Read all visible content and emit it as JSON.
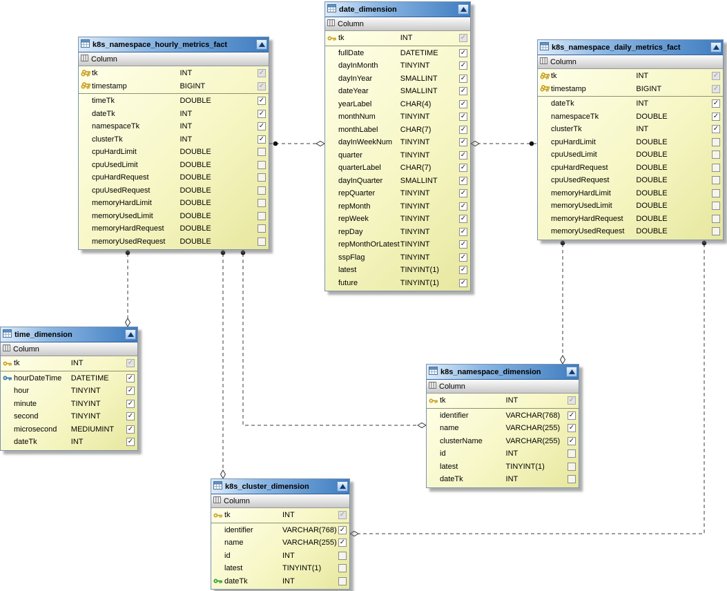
{
  "section_label_default": "Column",
  "colors": {
    "header_blue": "#3e7cc0",
    "body_yellow": "#f6f6c4",
    "primary_key": "#c9a227",
    "alternate_key": "#2e75b6",
    "foreign_key": "#2fa02f",
    "relationship_line": "#3a3a3a"
  },
  "tables": [
    {
      "name": "k8s_namespace_hourly_metrics_fact",
      "section_label": "Column",
      "keys": [
        {
          "name": "tk",
          "type": "INT",
          "key": "pk2",
          "check": "disabled"
        },
        {
          "name": "timestamp",
          "type": "BIGINT",
          "key": "pk2",
          "check": "disabled"
        }
      ],
      "columns": [
        {
          "name": "timeTk",
          "type": "DOUBLE",
          "check": "checked"
        },
        {
          "name": "dateTk",
          "type": "INT",
          "check": "checked"
        },
        {
          "name": "namespaceTk",
          "type": "INT",
          "check": "checked"
        },
        {
          "name": "clusterTk",
          "type": "INT",
          "check": "checked"
        },
        {
          "name": "cpuHardLimit",
          "type": "DOUBLE",
          "check": "unchecked"
        },
        {
          "name": "cpuUsedLimit",
          "type": "DOUBLE",
          "check": "unchecked"
        },
        {
          "name": "cpuHardRequest",
          "type": "DOUBLE",
          "check": "unchecked"
        },
        {
          "name": "cpuUsedRequest",
          "type": "DOUBLE",
          "check": "unchecked"
        },
        {
          "name": "memoryHardLimit",
          "type": "DOUBLE",
          "check": "unchecked"
        },
        {
          "name": "memoryUsedLimit",
          "type": "DOUBLE",
          "check": "unchecked"
        },
        {
          "name": "memoryHardRequest",
          "type": "DOUBLE",
          "check": "unchecked"
        },
        {
          "name": "memoryUsedRequest",
          "type": "DOUBLE",
          "check": "unchecked"
        }
      ]
    },
    {
      "name": "date_dimension",
      "section_label": "Column",
      "keys": [
        {
          "name": "tk",
          "type": "INT",
          "key": "pk",
          "check": "disabled"
        }
      ],
      "columns": [
        {
          "name": "fullDate",
          "type": "DATETIME",
          "check": "checked"
        },
        {
          "name": "dayInMonth",
          "type": "TINYINT",
          "check": "checked"
        },
        {
          "name": "dayInYear",
          "type": "SMALLINT",
          "check": "checked"
        },
        {
          "name": "dateYear",
          "type": "SMALLINT",
          "check": "checked"
        },
        {
          "name": "yearLabel",
          "type": "CHAR(4)",
          "check": "checked"
        },
        {
          "name": "monthNum",
          "type": "TINYINT",
          "check": "checked"
        },
        {
          "name": "monthLabel",
          "type": "CHAR(7)",
          "check": "checked"
        },
        {
          "name": "dayInWeekNum",
          "type": "TINYINT",
          "check": "checked"
        },
        {
          "name": "quarter",
          "type": "TINYINT",
          "check": "checked"
        },
        {
          "name": "quarterLabel",
          "type": "CHAR(7)",
          "check": "checked"
        },
        {
          "name": "dayInQuarter",
          "type": "SMALLINT",
          "check": "checked"
        },
        {
          "name": "repQuarter",
          "type": "TINYINT",
          "check": "checked"
        },
        {
          "name": "repMonth",
          "type": "TINYINT",
          "check": "checked"
        },
        {
          "name": "repWeek",
          "type": "TINYINT",
          "check": "checked"
        },
        {
          "name": "repDay",
          "type": "TINYINT",
          "check": "checked"
        },
        {
          "name": "repMonthOrLatest",
          "type": "TINYINT",
          "check": "checked"
        },
        {
          "name": "sspFlag",
          "type": "TINYINT",
          "check": "checked"
        },
        {
          "name": "latest",
          "type": "TINYINT(1)",
          "check": "checked"
        },
        {
          "name": "future",
          "type": "TINYINT(1)",
          "check": "checked"
        }
      ]
    },
    {
      "name": "k8s_namespace_daily_metrics_fact",
      "section_label": "Column",
      "keys": [
        {
          "name": "tk",
          "type": "INT",
          "key": "pk2",
          "check": "disabled"
        },
        {
          "name": "timestamp",
          "type": "BIGINT",
          "key": "pk2",
          "check": "disabled"
        }
      ],
      "columns": [
        {
          "name": "dateTk",
          "type": "INT",
          "check": "checked"
        },
        {
          "name": "namespaceTk",
          "type": "DOUBLE",
          "check": "checked"
        },
        {
          "name": "clusterTk",
          "type": "INT",
          "check": "checked"
        },
        {
          "name": "cpuHardLimit",
          "type": "DOUBLE",
          "check": "unchecked"
        },
        {
          "name": "cpuUsedLimit",
          "type": "DOUBLE",
          "check": "unchecked"
        },
        {
          "name": "cpuHardRequest",
          "type": "DOUBLE",
          "check": "unchecked"
        },
        {
          "name": "cpuUsedRequest",
          "type": "DOUBLE",
          "check": "unchecked"
        },
        {
          "name": "memoryHardLimit",
          "type": "DOUBLE",
          "check": "unchecked"
        },
        {
          "name": "memoryUsedLimit",
          "type": "DOUBLE",
          "check": "unchecked"
        },
        {
          "name": "memoryHardRequest",
          "type": "DOUBLE",
          "check": "unchecked"
        },
        {
          "name": "memoryUsedRequest",
          "type": "DOUBLE",
          "check": "unchecked"
        }
      ]
    },
    {
      "name": "time_dimension",
      "section_label": "Column",
      "keys": [
        {
          "name": "tk",
          "type": "INT",
          "key": "pk",
          "check": "disabled"
        }
      ],
      "columns": [
        {
          "name": "hourDateTime",
          "type": "DATETIME",
          "key": "ak",
          "check": "checked"
        },
        {
          "name": "hour",
          "type": "TINYINT",
          "check": "checked"
        },
        {
          "name": "minute",
          "type": "TINYINT",
          "check": "checked"
        },
        {
          "name": "second",
          "type": "TINYINT",
          "check": "checked"
        },
        {
          "name": "microsecond",
          "type": "MEDIUMINT",
          "check": "checked"
        },
        {
          "name": "dateTk",
          "type": "INT",
          "check": "checked"
        }
      ]
    },
    {
      "name": "k8s_namespace_dimension",
      "section_label": "Column",
      "keys": [
        {
          "name": "tk",
          "type": "INT",
          "key": "pk",
          "check": "disabled"
        }
      ],
      "columns": [
        {
          "name": "identifier",
          "type": "VARCHAR(768)",
          "check": "checked"
        },
        {
          "name": "name",
          "type": "VARCHAR(255)",
          "check": "checked"
        },
        {
          "name": "clusterName",
          "type": "VARCHAR(255)",
          "check": "checked"
        },
        {
          "name": "id",
          "type": "INT",
          "check": "unchecked"
        },
        {
          "name": "latest",
          "type": "TINYINT(1)",
          "check": "unchecked"
        },
        {
          "name": "dateTk",
          "type": "INT",
          "check": "unchecked"
        }
      ]
    },
    {
      "name": "k8s_cluster_dimension",
      "section_label": "Column",
      "keys": [
        {
          "name": "tk",
          "type": "INT",
          "key": "pk",
          "check": "disabled"
        }
      ],
      "columns": [
        {
          "name": "identifier",
          "type": "VARCHAR(768)",
          "check": "checked"
        },
        {
          "name": "name",
          "type": "VARCHAR(255)",
          "check": "checked"
        },
        {
          "name": "id",
          "type": "INT",
          "check": "unchecked"
        },
        {
          "name": "latest",
          "type": "TINYINT(1)",
          "check": "unchecked"
        },
        {
          "name": "dateTk",
          "type": "INT",
          "key": "fk",
          "check": "unchecked"
        }
      ]
    }
  ],
  "relationships": [
    {
      "parent": "date_dimension",
      "child": "k8s_namespace_hourly_metrics_fact"
    },
    {
      "parent": "date_dimension",
      "child": "k8s_namespace_daily_metrics_fact"
    },
    {
      "parent": "time_dimension",
      "child": "k8s_namespace_hourly_metrics_fact"
    },
    {
      "parent": "k8s_cluster_dimension",
      "child": "k8s_namespace_hourly_metrics_fact"
    },
    {
      "parent": "k8s_namespace_dimension",
      "child": "k8s_namespace_hourly_metrics_fact"
    },
    {
      "parent": "k8s_namespace_dimension",
      "child": "k8s_namespace_daily_metrics_fact"
    },
    {
      "parent": "k8s_cluster_dimension",
      "child": "k8s_namespace_daily_metrics_fact"
    }
  ]
}
